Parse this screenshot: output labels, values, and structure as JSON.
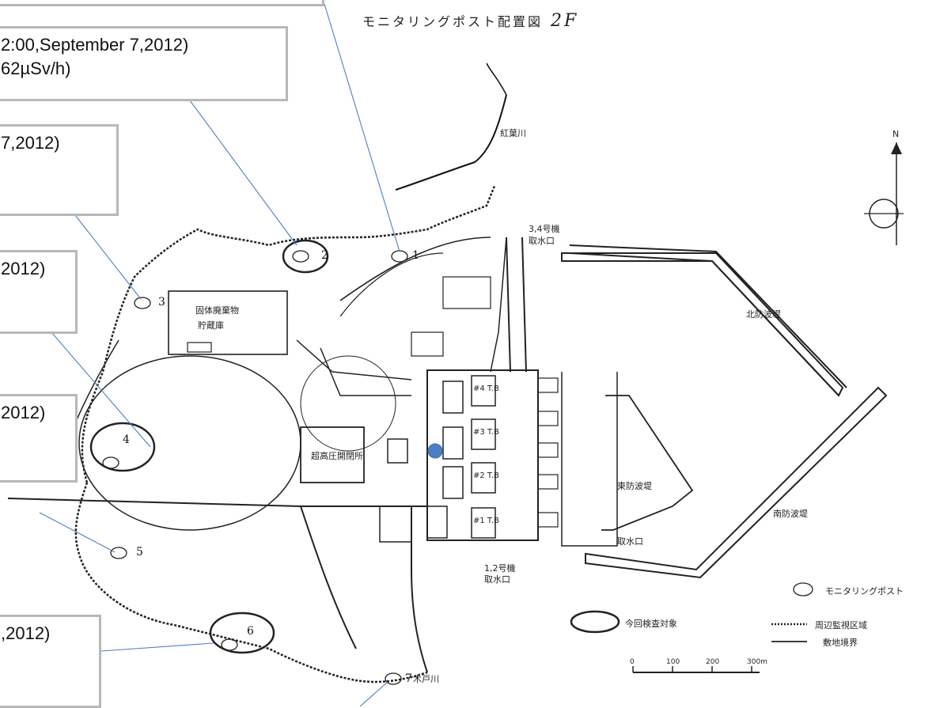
{
  "map": {
    "title": "モニタリングポスト配置図",
    "floor": "2F",
    "north": "N",
    "labels": {
      "river_north": "紅葉川",
      "intake_34": "3,4号機",
      "intake_34_b": "取水口",
      "waste_storage": "固体廃棄物",
      "waste_storage_b": "貯蔵庫",
      "north_breakwater": "北防波堤",
      "east_breakwater": "東防波堤",
      "south_breakwater": "南防波堤",
      "water_intake": "取水口",
      "intake_12": "1,2号機",
      "intake_12_b": "取水口",
      "switchyard": "超高圧開閉所",
      "river_south": "木戸川",
      "tb4": "#4 T.B",
      "tb3": "#3 T.B",
      "tb2": "#2 T.B",
      "tb1": "#1 T.B"
    },
    "monitoring_posts": [
      "1",
      "2",
      "3",
      "4",
      "5",
      "6",
      "7"
    ],
    "legend": {
      "post": "モニタリングポスト",
      "target": "今回検査対象",
      "protected_area": "周辺監視区域",
      "boundary": "敷地境界"
    },
    "scale": {
      "ticks": [
        "0",
        "100",
        "200",
        "300m"
      ]
    }
  },
  "callouts": [
    {
      "lines": [
        "2:00,September 7,2012)",
        "62µSv/h)"
      ]
    },
    {
      "lines": [
        "7,2012)"
      ]
    },
    {
      "lines": [
        "2012)"
      ]
    },
    {
      "lines": [
        "2012)"
      ]
    },
    {
      "lines": [
        ",2012)"
      ]
    }
  ],
  "colors": {
    "leader": "#4a7fc1",
    "marker": "#4a7fc1",
    "ink": "#222222",
    "callout_border": "#b8b8b8"
  }
}
